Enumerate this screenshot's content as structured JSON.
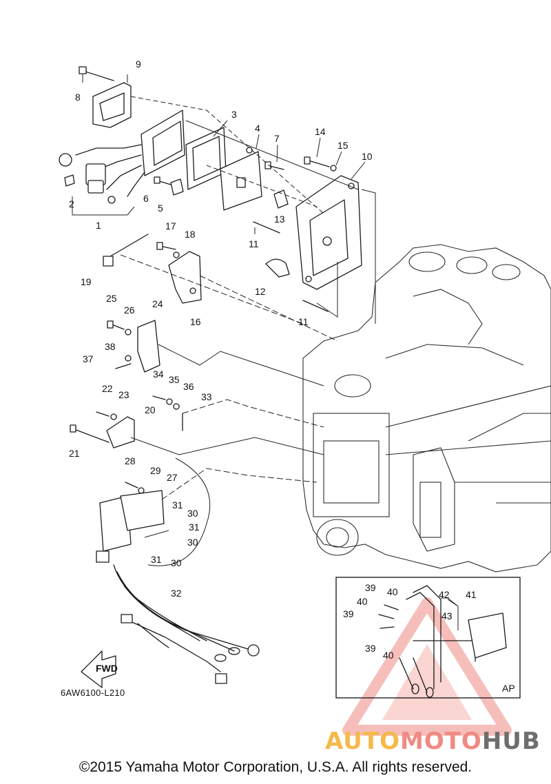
{
  "diagram": {
    "drawing_code": "6AW6100-L210",
    "copyright": "©2015 Yamaha Motor Corporation, U.S.A. All rights reserved.",
    "inset_label": "AP",
    "fwd_label": "FWD",
    "callouts": {
      "c1": "1",
      "c2": "2",
      "c3": "3",
      "c4": "4",
      "c5": "5",
      "c6": "6",
      "c7": "7",
      "c8": "8",
      "c9": "9",
      "c10": "10",
      "c11a": "11",
      "c11b": "11",
      "c12": "12",
      "c13": "13",
      "c14": "14",
      "c15": "15",
      "c16": "16",
      "c17": "17",
      "c18": "18",
      "c19": "19",
      "c20": "20",
      "c21": "21",
      "c22": "22",
      "c23": "23",
      "c24": "24",
      "c25": "25",
      "c26": "26",
      "c27": "27",
      "c28": "28",
      "c29": "29",
      "c30a": "30",
      "c30b": "30",
      "c30c": "30",
      "c31a": "31",
      "c31b": "31",
      "c31c": "31",
      "c32": "32",
      "c33": "33",
      "c34": "34",
      "c35": "35",
      "c36": "36",
      "c37": "37",
      "c38": "38",
      "c39a": "39",
      "c39b": "39",
      "c39c": "39",
      "c40a": "40",
      "c40b": "40",
      "c40c": "40",
      "c41": "41",
      "c42": "42",
      "c43": "43"
    }
  },
  "watermark": {
    "part1": "AUTO",
    "part2": "MOTO",
    "part3": "HUB",
    "colors": {
      "auto": "#f5b94a",
      "moto": "#f08a83",
      "hub": "#6e6e6e",
      "triangle": "#f08a83"
    }
  }
}
